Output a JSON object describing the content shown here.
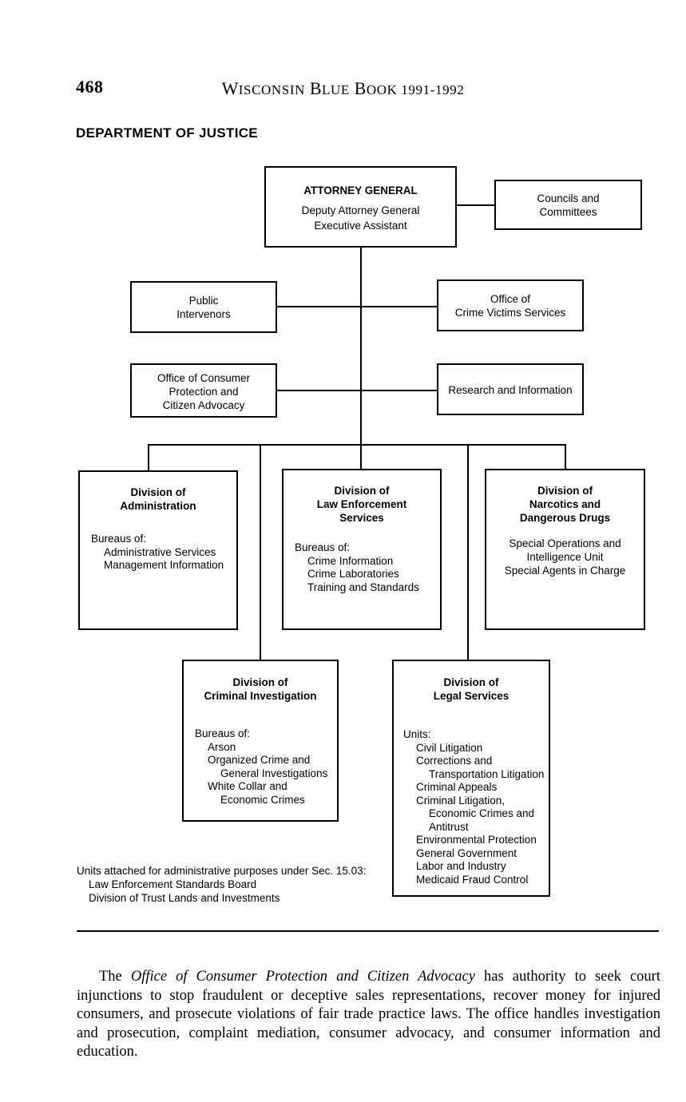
{
  "page": {
    "number": "468",
    "running_head_first": "W",
    "running_head_rest": "ISCONSIN",
    "running_head_full": "WISCONSIN BLUE BOOK 1991-1992",
    "running_head_parts": [
      {
        "cap": "W",
        "rest": "ISCONSIN"
      },
      {
        "cap": "B",
        "rest": "LUE"
      },
      {
        "cap": "B",
        "rest": "OOK"
      },
      {
        "cap": "",
        "rest": "1991-1992"
      }
    ],
    "chart_title": "DEPARTMENT OF JUSTICE"
  },
  "chart_data": {
    "type": "diagram",
    "title": "DEPARTMENT OF JUSTICE",
    "nodes": {
      "attorney_general": {
        "title": "ATTORNEY GENERAL",
        "lines": [
          "Deputy Attorney General",
          "Executive Assistant"
        ]
      },
      "councils": {
        "lines": [
          "Councils and",
          "Committees"
        ]
      },
      "public_intervenors": {
        "lines": [
          "Public",
          "Intervenors"
        ]
      },
      "crime_victims": {
        "lines": [
          "Office of",
          "Crime Victims Services"
        ]
      },
      "consumer_protection": {
        "lines": [
          "Office of Consumer",
          "Protection and",
          "Citizen Advocacy"
        ]
      },
      "research_information": {
        "lines": [
          "Research and Information"
        ]
      },
      "division_administration": {
        "title_lines": [
          "Division of",
          "Administration"
        ],
        "list_heading": "Bureaus of:",
        "list": [
          {
            "text": "Administrative Services",
            "indent": 1
          },
          {
            "text": "Management Information",
            "indent": 1
          }
        ]
      },
      "division_law_enforcement": {
        "title_lines": [
          "Division of",
          "Law Enforcement",
          "Services"
        ],
        "list_heading": "Bureaus of:",
        "list": [
          {
            "text": "Crime Information",
            "indent": 1
          },
          {
            "text": "Crime Laboratories",
            "indent": 1
          },
          {
            "text": "Training and Standards",
            "indent": 1
          }
        ]
      },
      "division_narcotics": {
        "title_lines": [
          "Division of",
          "Narcotics and",
          "Dangerous Drugs"
        ],
        "centered_lines": [
          "Special Operations and",
          "Intelligence Unit",
          "Special Agents in Charge"
        ]
      },
      "division_criminal_investigation": {
        "title_lines": [
          "Division of",
          "Criminal Investigation"
        ],
        "list_heading": "Bureaus of:",
        "list": [
          {
            "text": "Arson",
            "indent": 1
          },
          {
            "text": "Organized Crime and",
            "indent": 1
          },
          {
            "text": "General Investigations",
            "indent": 2
          },
          {
            "text": "White Collar and",
            "indent": 1
          },
          {
            "text": "Economic Crimes",
            "indent": 2
          }
        ]
      },
      "division_legal_services": {
        "title_lines": [
          "Division of",
          "Legal Services"
        ],
        "list_heading": "Units:",
        "list": [
          {
            "text": "Civil Litigation",
            "indent": 1
          },
          {
            "text": "Corrections and",
            "indent": 1
          },
          {
            "text": "Transportation Litigation",
            "indent": 2
          },
          {
            "text": "Criminal Appeals",
            "indent": 1
          },
          {
            "text": "Criminal Litigation,",
            "indent": 1
          },
          {
            "text": "Economic Crimes and",
            "indent": 2
          },
          {
            "text": "Antitrust",
            "indent": 2
          },
          {
            "text": "Environmental Protection",
            "indent": 1
          },
          {
            "text": "General Government",
            "indent": 1
          },
          {
            "text": "Labor and Industry",
            "indent": 1
          },
          {
            "text": "Medicaid Fraud Control",
            "indent": 1
          }
        ]
      }
    },
    "footnote": {
      "heading": "Units attached for administrative purposes under Sec. 15.03:",
      "items": [
        "Law Enforcement Standards Board",
        "Division of Trust Lands and Investments"
      ]
    }
  },
  "body": {
    "paragraph_before": "The ",
    "paragraph_italic": "Office of Consumer Protection and Citizen Advocacy",
    "paragraph_after": " has authority to seek court injunctions to stop fraudulent or deceptive sales representations, recover money for injured consumers, and prosecute violations of fair trade practice laws.  The office handles investigation and prosecution, complaint mediation, consumer advocacy, and consumer information and education."
  }
}
